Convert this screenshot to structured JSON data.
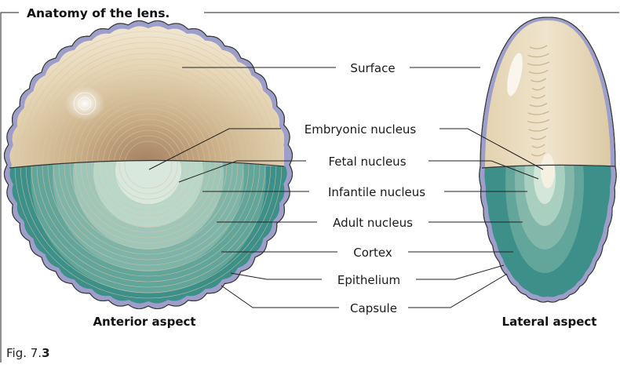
{
  "title": "Anatomy of the lens.",
  "views": {
    "anterior": "Anterior aspect",
    "lateral": "Lateral aspect"
  },
  "labels": [
    "Surface",
    "Embryonic nucleus",
    "Fetal nucleus",
    "Infantile nucleus",
    "Adult nucleus",
    "Cortex",
    "Epithelium",
    "Capsule"
  ],
  "figure": {
    "prefix": "Fig. 7.",
    "number": "3"
  },
  "colors": {
    "frame": "#333333",
    "surface_light": "#f3ead8",
    "surface_mid": "#e3d2b0",
    "surface_dark": "#b99a74",
    "capsule": "#9d9ec9",
    "cortex": "#3d9089",
    "adult_nucleus": "#62a59b",
    "infantile_nucleus": "#8ebfb2",
    "fetal_nucleus": "#b7d7c9",
    "embryonic_nucleus": "#d8e8dc"
  }
}
